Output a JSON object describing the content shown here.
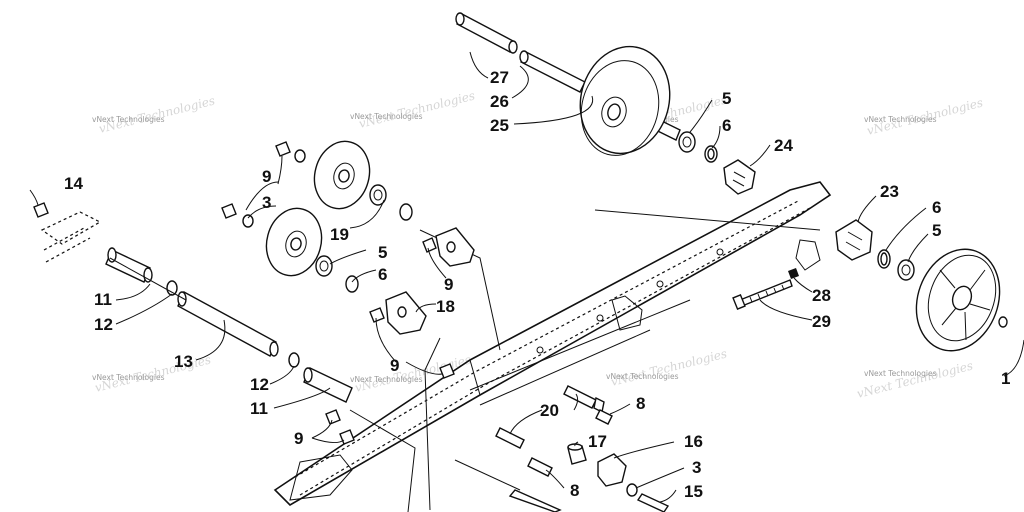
{
  "diagram": {
    "watermark_text": "vNext Technologies",
    "callouts": {
      "c1": "1",
      "c3a": "3",
      "c3b": "3",
      "c5a": "5",
      "c5b": "5",
      "c5c": "5",
      "c6a": "6",
      "c6b": "6",
      "c6c": "6",
      "c8a": "8",
      "c8b": "8",
      "c9a": "9",
      "c9b": "9",
      "c9c": "9",
      "c9d": "9",
      "c11a": "11",
      "c11b": "11",
      "c12a": "12",
      "c12b": "12",
      "c13": "13",
      "c14": "14",
      "c15": "15",
      "c16": "16",
      "c17": "17",
      "c18": "18",
      "c19": "19",
      "c20": "20",
      "c23": "23",
      "c24": "24",
      "c25": "25",
      "c26": "26",
      "c27": "27",
      "c28": "28",
      "c29": "29"
    }
  }
}
